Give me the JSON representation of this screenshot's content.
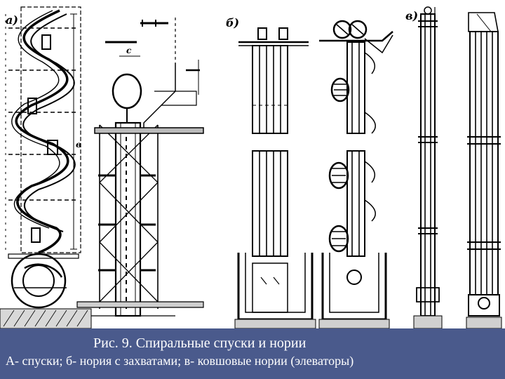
{
  "caption": {
    "title": "Рис. 9. Спиральные спуски и нории",
    "subtitle": "А- спуски; б- нория с захватами; в- ковшовые нории (элеваторы)"
  },
  "panel_labels": {
    "a": "а)",
    "b": "б)",
    "c": "в)"
  },
  "dimension_labels": {
    "c": "c",
    "b": "в"
  },
  "colors": {
    "caption_background": "#4a5a8c",
    "caption_text": "#ffffff",
    "ink": "#000000",
    "paper": "#ffffff"
  }
}
